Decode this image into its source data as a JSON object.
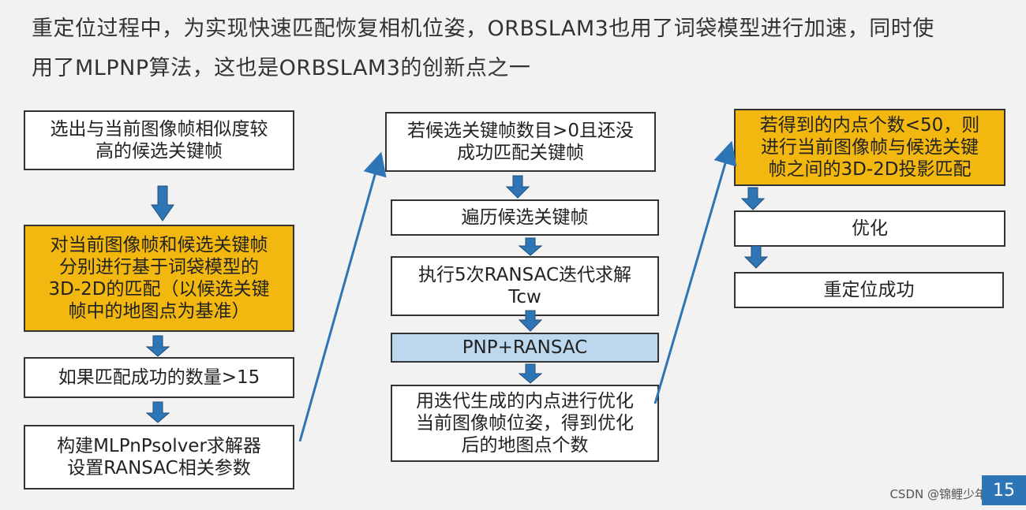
{
  "heading": {
    "line1": "重定位过程中，为实现快速匹配恢复相机位姿，ORBSLAM3也用了词袋模型进行加速，同时使",
    "line2": "用了MLPNP算法，这也是ORBSLAM3的创新点之一"
  },
  "col1": [
    "选出与当前图像帧相似度较\n高的候选关键帧",
    "对当前图像帧和候选关键帧\n分别进行基于词袋模型的\n3D-2D的匹配（以候选关键\n帧中的地图点为基准）",
    "如果匹配成功的数量>15",
    "构建MLPnPsolver求解器\n设置RANSAC相关参数"
  ],
  "col2": [
    "若候选关键帧数目>0且还没\n成功匹配关键帧",
    "遍历候选关键帧",
    "执行5次RANSAC迭代求解\nTcw",
    "PNP+RANSAC",
    "用迭代生成的内点进行优化\n当前图像帧位姿，得到优化\n后的地图点个数"
  ],
  "col3": [
    "若得到的内点个数<50，则\n进行当前图像帧与候选关键\n帧之间的3D-2D投影匹配",
    "优化",
    "重定位成功"
  ],
  "watermark": "CSDN @锦鲤少年",
  "page_number": "15",
  "colors": {
    "highlight": "#f2b80f",
    "light_blue": "#bdd7ee",
    "arrow_blue": "#2e75b6"
  }
}
